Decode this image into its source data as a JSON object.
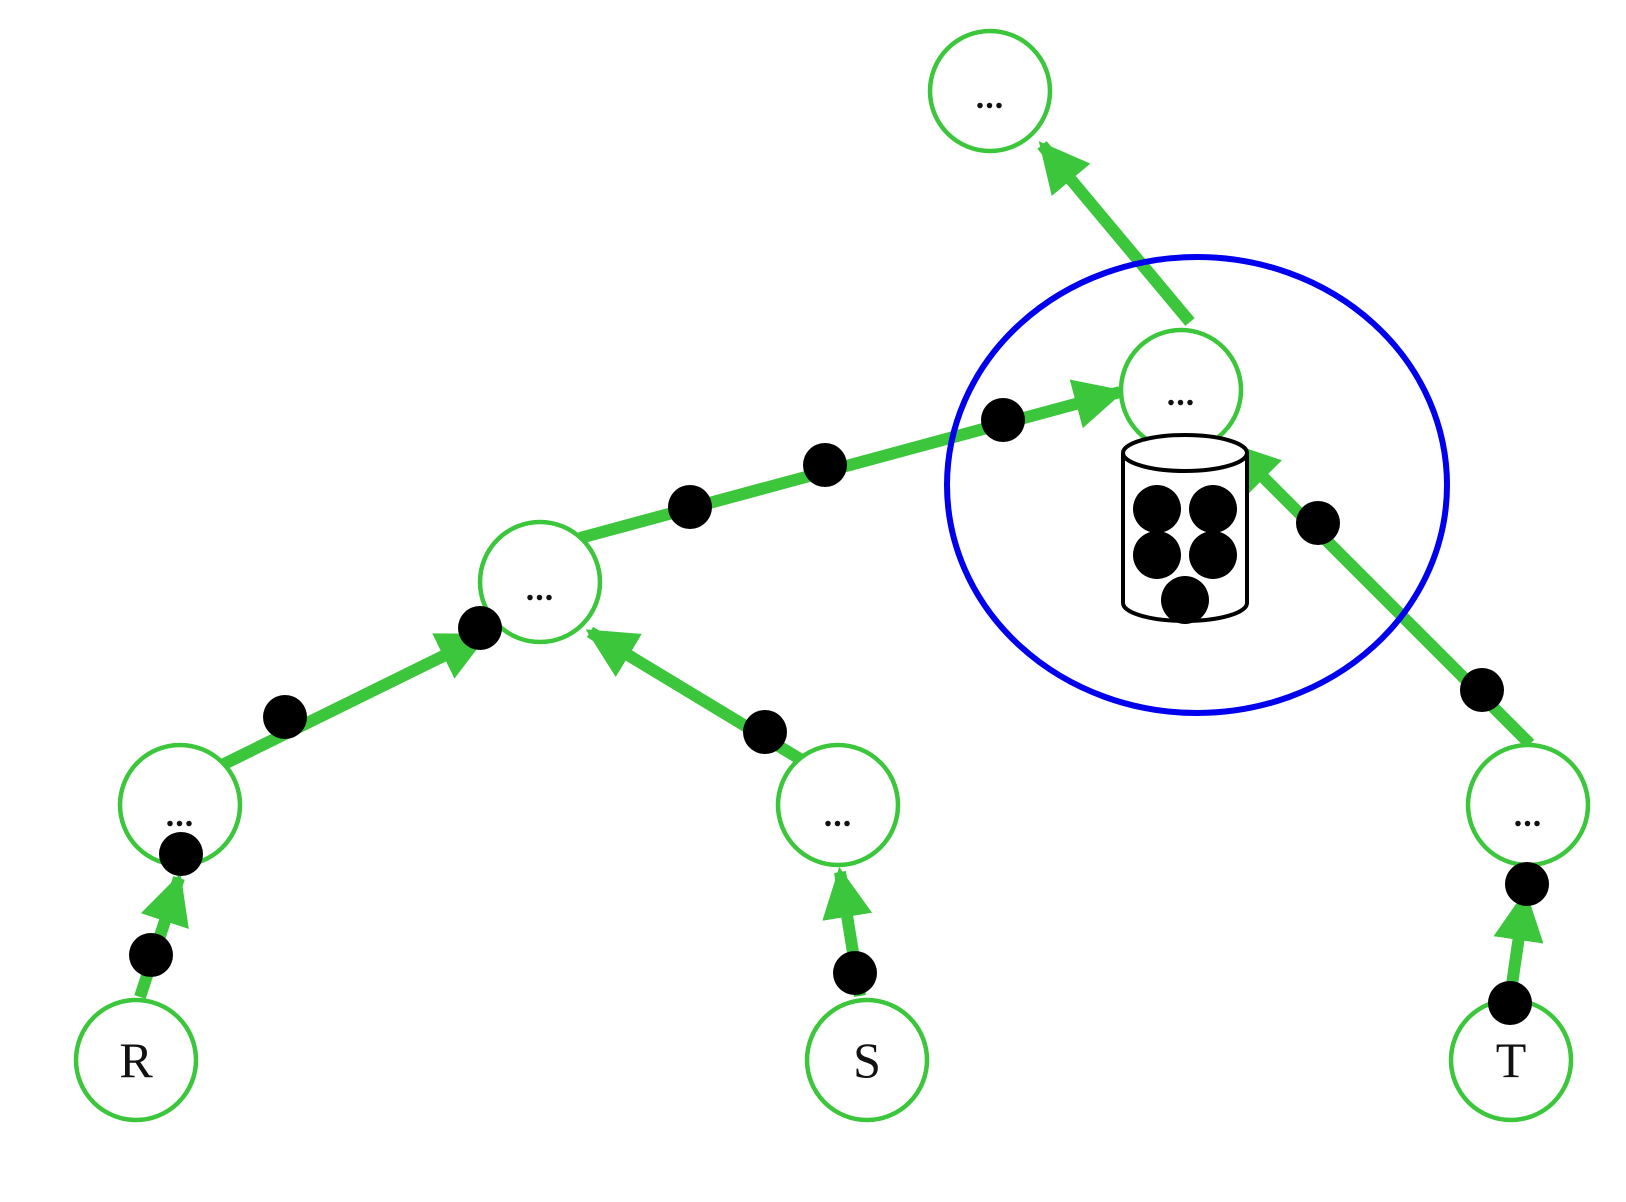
{
  "colors": {
    "node_stroke": "#3cc63c",
    "edge": "#3cc63c",
    "highlight": "#0000ee",
    "token": "#000000"
  },
  "nodes": {
    "top": {
      "label": "..."
    },
    "hub": {
      "label": "..."
    },
    "mid": {
      "label": "..."
    },
    "left": {
      "label": "..."
    },
    "center": {
      "label": "..."
    },
    "right": {
      "label": "..."
    },
    "r": {
      "label": "R"
    },
    "s": {
      "label": "S"
    },
    "t": {
      "label": "T"
    }
  },
  "cache": {
    "icon": "database-cylinder-icon",
    "token_count": 5
  }
}
